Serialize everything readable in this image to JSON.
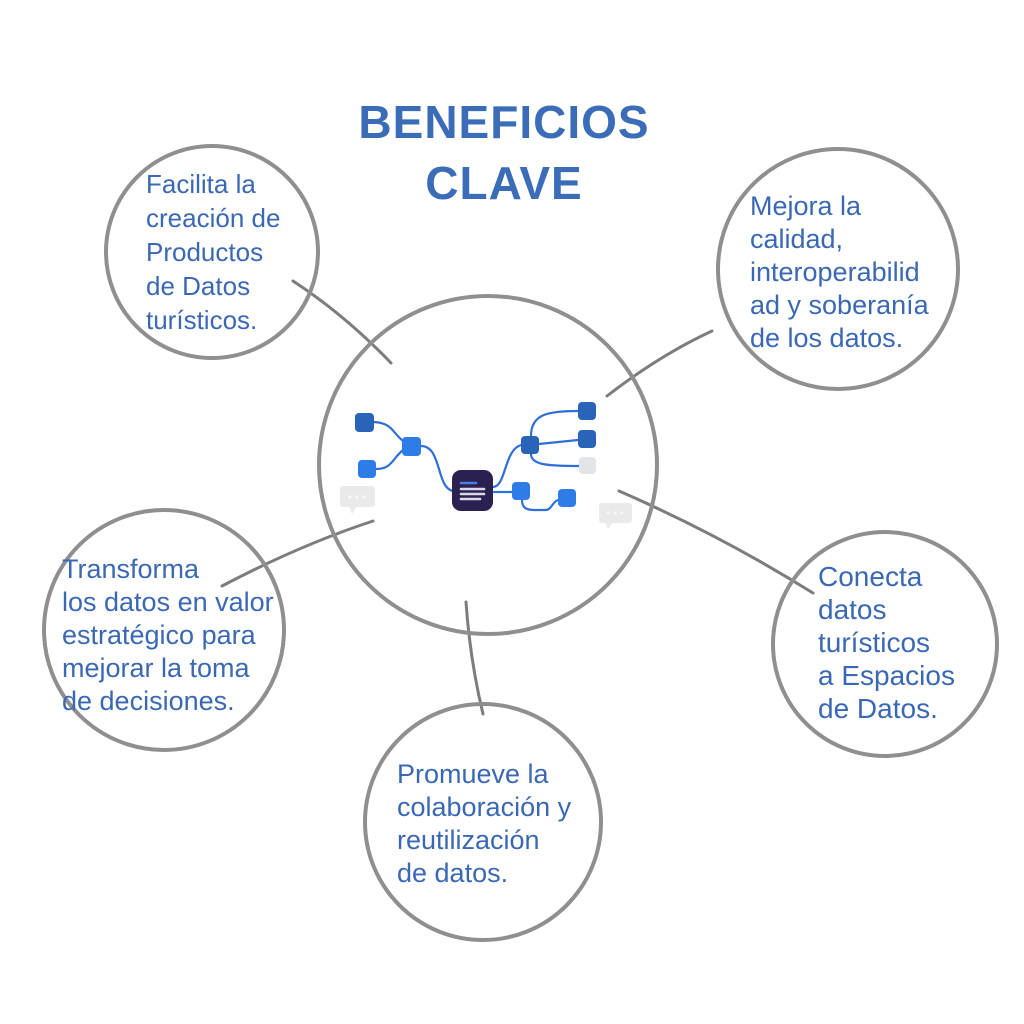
{
  "title": "BENEFICIOS\nCLAVE",
  "colors": {
    "title_blue": "#3b6cb8",
    "text_blue": "#3a68b5",
    "circle_stroke": "#8f8f8f",
    "connector_gray": "#7d7d7d",
    "icon_navy": "#2b2150",
    "icon_dark_blue": "#2a64b8",
    "icon_bright_blue": "#2e7ce8",
    "icon_line_blue": "#2f6fd8",
    "icon_light_gray": "#e2e4e8",
    "bubble_gray": "#eaeaea"
  },
  "icons": {
    "center": "data-network-diagram-icon",
    "center_document": "document-list-icon",
    "chat_left": "chat-bubble-icon",
    "chat_right": "chat-bubble-icon"
  },
  "benefits": [
    {
      "id": "productos",
      "text": "Facilita la\ncreación de\nProductos\nde Datos\nturísticos."
    },
    {
      "id": "calidad",
      "text": "Mejora la\ncalidad,\ninteroperabilid\nad y soberanía\nde los datos."
    },
    {
      "id": "valor",
      "text": "Transforma\nlos datos en valor\nestratégico para\nmejorar la toma\nde decisiones."
    },
    {
      "id": "espacios",
      "text": "Conecta\ndatos\nturísticos\na Espacios\nde Datos."
    },
    {
      "id": "colaboracion",
      "text": "Promueve la\ncolaboración y\nreutilización\nde datos."
    }
  ]
}
